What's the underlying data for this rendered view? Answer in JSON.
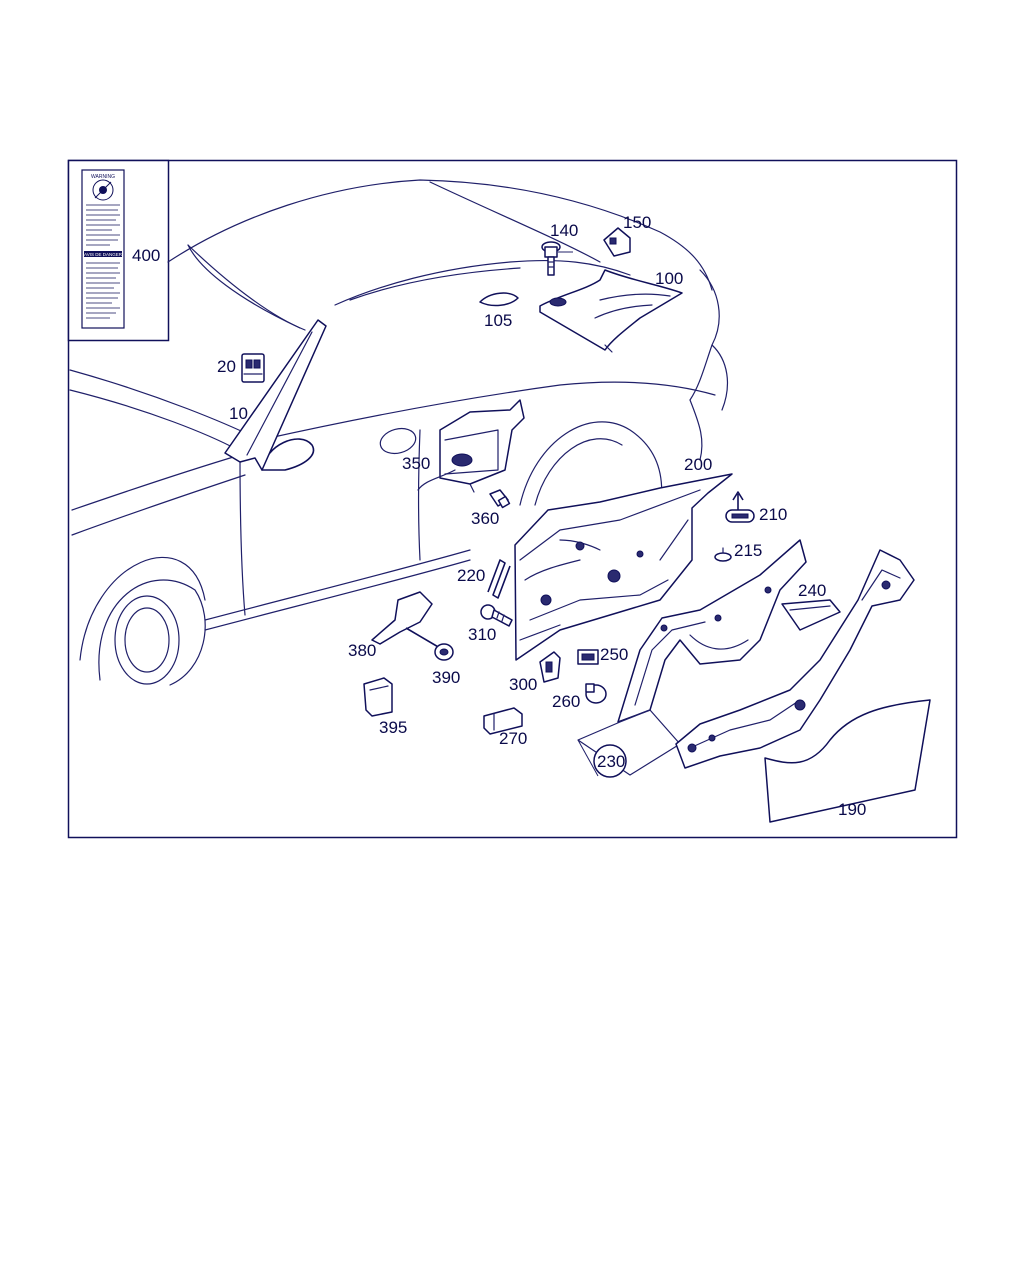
{
  "warning_label": {
    "warning_heading": "WARNING",
    "french_heading": "AVIS DE DANGER"
  },
  "callouts": {
    "c10": "10",
    "c20": "20",
    "c100": "100",
    "c105": "105",
    "c140": "140",
    "c150": "150",
    "c190": "190",
    "c200": "200",
    "c210": "210",
    "c215": "215",
    "c220": "220",
    "c230": "230",
    "c240": "240",
    "c250": "250",
    "c260": "260",
    "c270": "270",
    "c300": "300",
    "c310": "310",
    "c350": "350",
    "c360": "360",
    "c380": "380",
    "c390": "390",
    "c395": "395",
    "c400": "400"
  },
  "colors": {
    "line": "#20206a",
    "text": "#0a0a4a",
    "background": "#ffffff"
  }
}
